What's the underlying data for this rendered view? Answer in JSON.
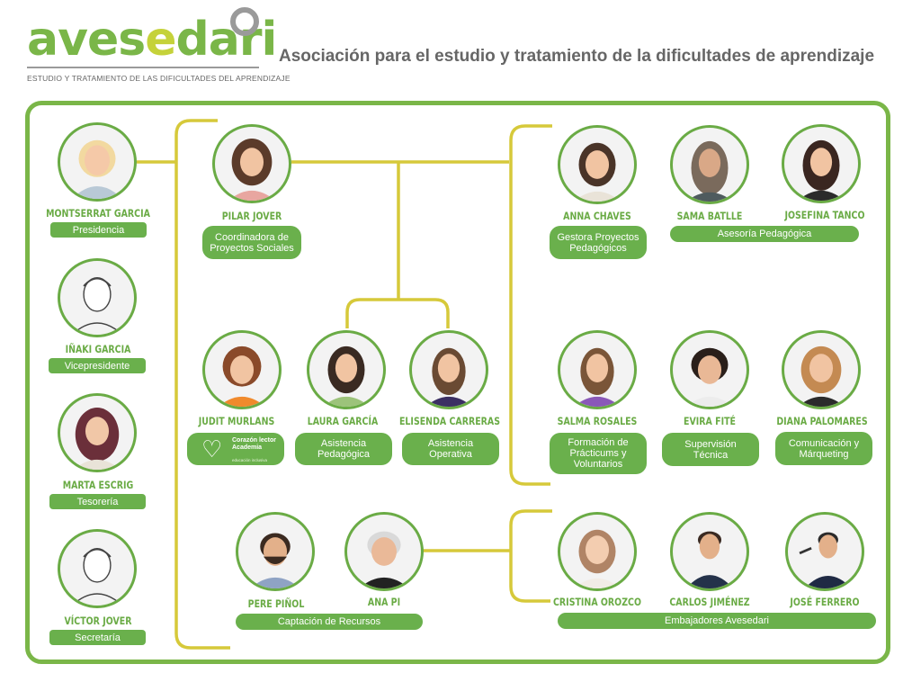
{
  "header": {
    "logo_part1": "aves",
    "logo_part2": "e",
    "logo_part3": "d",
    "logo_part4": "ari",
    "logo_tagline": "ESTUDIO Y TRATAMIENTO DE LAS DIFICULTADES DEL APRENDIZAJE",
    "title": "Asociación para el estudio y tratamiento de la dificultades de aprendizaje"
  },
  "colors": {
    "brand_green": "#6ab04c",
    "line_yellow": "#d6c93a",
    "frame_green": "#7ab648",
    "logo_grey": "#9a9a9a"
  },
  "board": [
    {
      "name": "MONTSERRAT GARCIA",
      "role": "Presidencia",
      "avatar": "illustrated-portrait"
    },
    {
      "name": "IÑAKI GARCIA",
      "role": "Vicepresidente",
      "avatar": "sketch-portrait"
    },
    {
      "name": "MARTA ESCRIG",
      "role": "Tesorería",
      "avatar": "illustrated-portrait"
    },
    {
      "name": "VÍCTOR JOVER",
      "role": "Secretaría",
      "avatar": "sketch-portrait"
    }
  ],
  "coordination": {
    "name": "PILAR JOVER",
    "role": "Coordinadora de Proyectos Sociales"
  },
  "assistants": [
    {
      "name": "JUDIT MURLANS",
      "badge_title": "Corazón lector Academia",
      "badge_subtitle": "educación inclusiva"
    },
    {
      "name": "LAURA GARCÍA",
      "role": "Asistencia Pedagógica"
    },
    {
      "name": "ELISENDA CARRERAS",
      "role": "Asistencia Operativa"
    }
  ],
  "fundraising": {
    "people": [
      {
        "name": "PERE PIÑOL"
      },
      {
        "name": "ANA PI"
      }
    ],
    "role": "Captación de Recursos"
  },
  "pedagogy": {
    "manager": {
      "name": "ANNA CHAVES",
      "role": "Gestora Proyectos Pedagógicos"
    },
    "advisors": [
      {
        "name": "SAMA BATLLE"
      },
      {
        "name": "JOSEFINA TANCO"
      }
    ],
    "advisors_role": "Asesoría Pedagógica"
  },
  "specialists": [
    {
      "name": "SALMA ROSALES",
      "role": "Formación de Prácticums y Voluntarios"
    },
    {
      "name": "EVIRA FITÉ",
      "role": "Supervisión Técnica"
    },
    {
      "name": "DIANA PALOMARES",
      "role": "Comunicación y Márqueting"
    }
  ],
  "ambassadors": {
    "people": [
      {
        "name": "CRISTINA OROZCO"
      },
      {
        "name": "CARLOS JIMÉNEZ"
      },
      {
        "name": "JOSÉ FERRERO"
      }
    ],
    "role": "Embajadores Avesedari"
  }
}
